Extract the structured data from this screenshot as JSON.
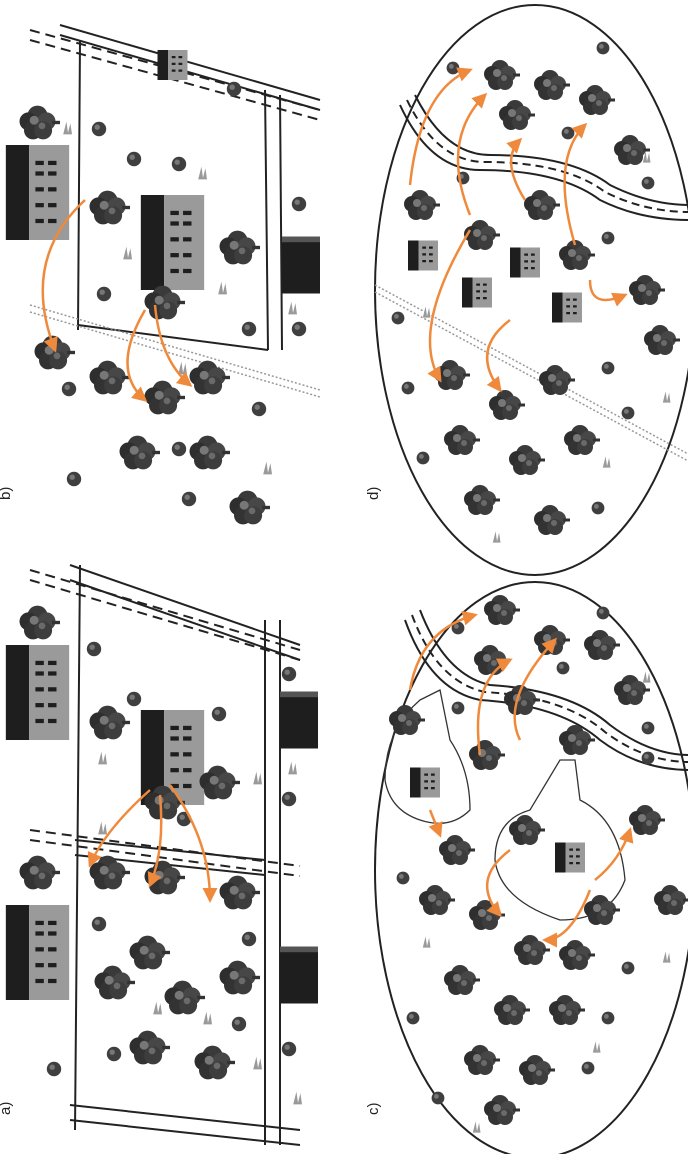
{
  "panels": [
    {
      "id": "a",
      "label": "a)"
    },
    {
      "id": "b",
      "label": "b)"
    },
    {
      "id": "c",
      "label": "c)"
    },
    {
      "id": "d",
      "label": "d)"
    }
  ],
  "colors": {
    "arrow": "#ef8a3c",
    "line": "#222222",
    "building_dark": "#1e1e1e",
    "building_light": "#9a9a9a",
    "tree": "#3a3a3a",
    "rail": "#9a9a9a"
  }
}
